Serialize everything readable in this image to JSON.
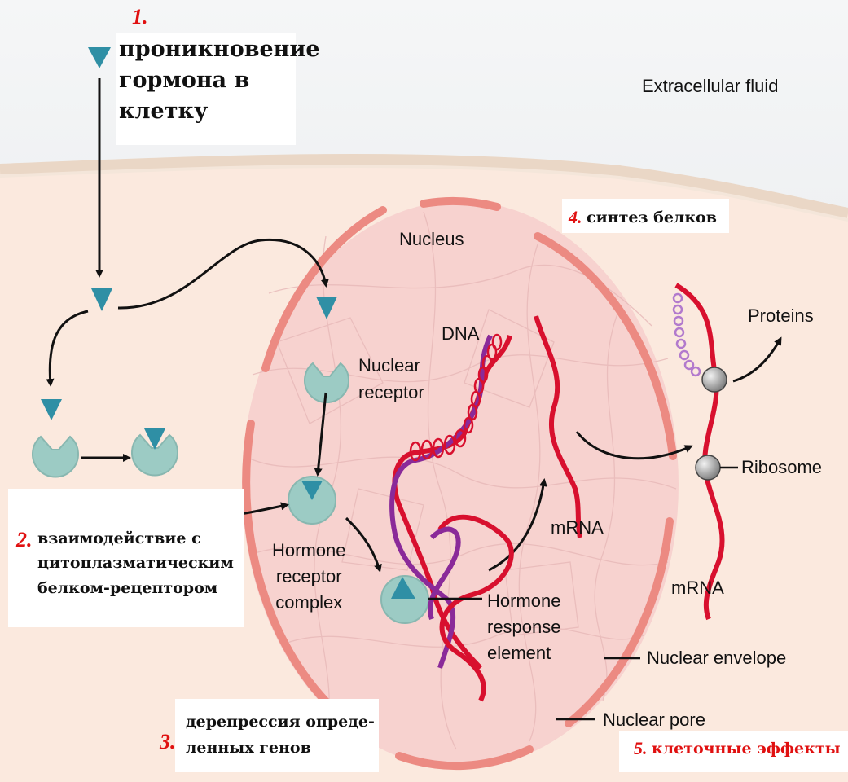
{
  "labels": {
    "extracellular": "Extracellular fluid",
    "nucleus": "Nucleus",
    "dna": "DNA",
    "nuclear_receptor": "Nuclear\nreceptor",
    "hormone_receptor_complex": "Hormone\nreceptor\ncomplex",
    "hormone_response_element": "Hormone\nresponse\nelement",
    "mrna_nucleus": "mRNA",
    "mrna_cytoplasm": "mRNA",
    "proteins": "Proteins",
    "ribosome": "Ribosome",
    "nuclear_envelope": "Nuclear envelope",
    "nuclear_pore": "Nuclear pore"
  },
  "steps": [
    {
      "number": "1.",
      "text": "проникновение\nгормона в\nклетку"
    },
    {
      "number": "2.",
      "text": "взаимодействие с\nцитоплазматическим\nбелком-рецептором"
    },
    {
      "number": "3.",
      "text": "дерепрессия опреде-\nленных генов"
    },
    {
      "number": "4.",
      "text": "синтез белков"
    },
    {
      "number": "5.",
      "text": "клеточные эффекты"
    }
  ],
  "colors": {
    "extracellular": "#e9ecee",
    "cytoplasm": "#fbe9de",
    "membrane": "#ead7c6",
    "nucleus": "#f7d2cf",
    "nuclear_envelope": "#ec8a82",
    "hormone": "#2f8fa5",
    "receptor": "#9ccbc4",
    "dna_red": "#d8102e",
    "dna_purple": "#8a2a99",
    "mrna": "#d8102e",
    "ribosome": "#9a9a9a",
    "protein_chain": "#b27acd",
    "step_number": "#e01010"
  },
  "icons": [
    "hormone-triangle-icon",
    "receptor-icon",
    "ribosome-icon"
  ]
}
